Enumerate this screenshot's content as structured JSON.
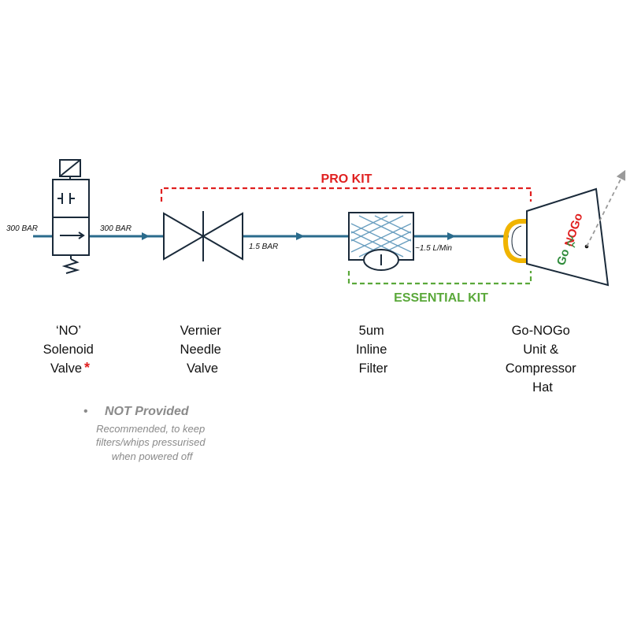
{
  "colors": {
    "line": "#2a6b8c",
    "pro_kit": "#e02020",
    "essential_kit": "#5aa83a",
    "symbol_stroke": "#1a2a3a",
    "filter_mesh": "#6a9fc0",
    "hat": "#f0b400",
    "note": "#8a8a8a",
    "asterisk": "#e02020",
    "logo_green": "#2e8b3a",
    "logo_red": "#e02020"
  },
  "line_labels": {
    "inlet_pressure": "300 BAR",
    "after_solenoid": "300 BAR",
    "after_needle": "1.5 BAR",
    "after_filter": "~1.5 L/Min"
  },
  "kits": {
    "pro": "PRO KIT",
    "essential": "ESSENTIAL KIT"
  },
  "components": {
    "solenoid": {
      "lines": [
        "‘NO’",
        "Solenoid",
        "Valve"
      ],
      "asterisk": "*"
    },
    "needle": {
      "lines": [
        "Vernier",
        "Needle",
        "Valve"
      ]
    },
    "filter": {
      "lines": [
        "5um",
        "Inline",
        "Filter"
      ]
    },
    "gonogo": {
      "lines": [
        "Go-NOGo",
        "Unit &",
        "Compressor",
        "Hat"
      ]
    }
  },
  "logo": {
    "part1": "Go",
    "part2": "NOGo"
  },
  "note": {
    "bullet": "•",
    "heading": "NOT Provided",
    "body": [
      "Recommended, to keep",
      "filters/whips pressurised",
      "when powered off"
    ]
  }
}
